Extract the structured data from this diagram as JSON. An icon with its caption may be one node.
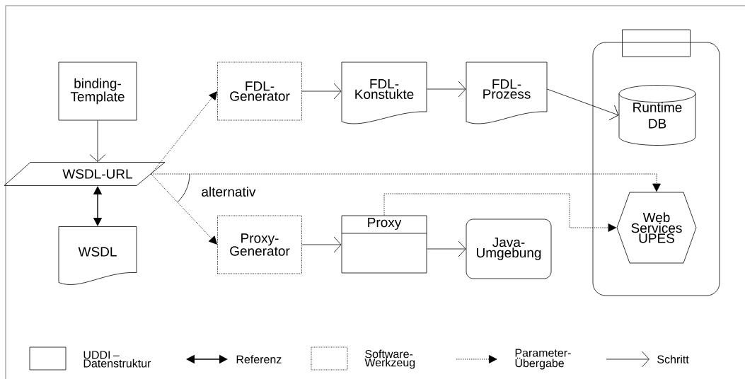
{
  "diagram": {
    "nodes": [
      {
        "text": [
          "binding-Template"
        ]
      },
      {
        "text": [
          "WSDL-URL"
        ]
      },
      {
        "text": [
          "WSDL"
        ]
      },
      {
        "text": [
          "FDL-Generator"
        ]
      },
      {
        "text": [
          "FDL-Konstukte"
        ]
      },
      {
        "text": [
          "FDL-Prozess"
        ]
      },
      {
        "text": [
          "Proxy-Generator"
        ]
      },
      {
        "text": [
          "Proxy"
        ]
      },
      {
        "text": [
          "Java-Umgebung"
        ]
      },
      {
        "text": [],
        "shape": "box"
      },
      {
        "text": [
          "Runtime DB"
        ],
        "in": 9
      },
      {
        "text": [
          "Web Services UPES"
        ],
        "in": 9
      }
    ],
    "edges": [
      {
        "from": 0,
        "to": 1,
        "arrow": "to"
      },
      {
        "from": 1,
        "to": 2,
        "arrow": "both"
      },
      {
        "from": 1,
        "to": 3,
        "arrow": "to",
        "style": "dashed"
      },
      {
        "from": 3,
        "to": 4,
        "arrow": "to"
      },
      {
        "from": 4,
        "to": 5,
        "arrow": "to"
      },
      {
        "from": 5,
        "to": 10,
        "arrow": "to"
      },
      {
        "from": 1,
        "to": 11,
        "arrow": "to",
        "style": "dashed"
      },
      {
        "from": 1,
        "to": 6,
        "arrow": "to",
        "style": "dashed"
      },
      {
        "from": 6,
        "to": 7,
        "arrow": "to"
      },
      {
        "from": 7,
        "to": 8,
        "arrow": "to"
      },
      {
        "from": 7,
        "to": 11,
        "arrow": "to",
        "style": "dashed"
      }
    ],
    "labels": [
      "alternativ"
    ],
    "legend": [
      {
        "text": "UDDI – Datenstruktur"
      },
      {
        "text": "Referenz"
      },
      {
        "text": "Software-Werkzeug"
      },
      {
        "text": "Parameter-Übergabe"
      },
      {
        "text": "Schritt"
      }
    ]
  }
}
